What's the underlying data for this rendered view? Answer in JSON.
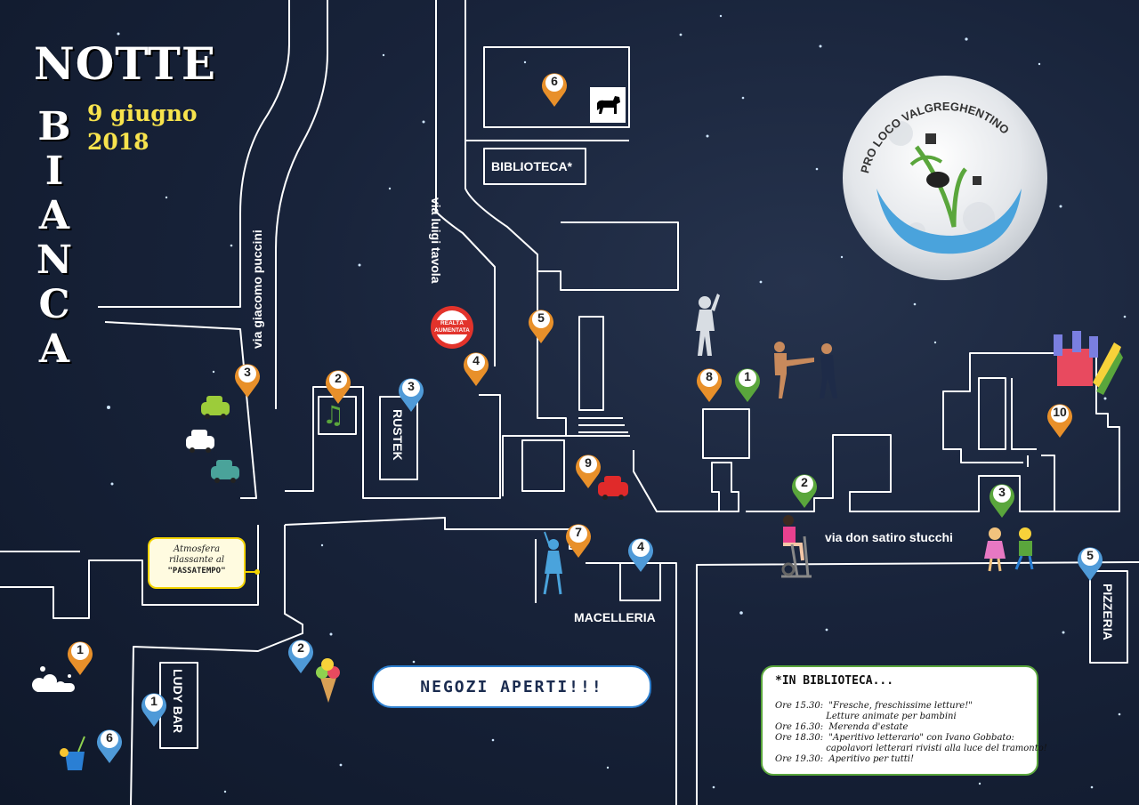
{
  "title": {
    "line1": "NOTTE",
    "letters": [
      "B",
      "I",
      "A",
      "N",
      "C",
      "A"
    ],
    "date": "9 giugno\n2018"
  },
  "streets": {
    "puccini": "via giacomo puccini",
    "tavola": "via luigi tavola",
    "stucchi": "via don satiro stucchi"
  },
  "buildings": {
    "biblioteca": "BIBLIOTECA*",
    "rustek": "RUSTEK",
    "ludy_bar": "LUDY BAR",
    "macelleria": "MACELLERIA",
    "pizzeria": "PIZZERIA"
  },
  "notes": {
    "passatempo_line1": "Atmosfera",
    "passatempo_line2": "rilassante al",
    "passatempo_line3": "\"PASSATEMPO\"",
    "negozi": "NEGOZI APERTI!!!"
  },
  "biblioteca_box": {
    "heading": "*IN BIBLIOTECA...",
    "lines": "Ore 15.30:  \"Fresche, freschissime letture!\"\n                  Letture animate per bambini\nOre 16.30:  Merenda d'estate\nOre 18.30:  \"Aperitivo letterario\" con Ivano Gobbato:\n                  capolavori letterari rivisti alla luce del tramonto!\nOre 19.30:  Aperitivo per tutti!"
  },
  "logo": {
    "name": "PRO LOCO VALGREGHENTINO",
    "badge": "REALTÀ AUMENTATA"
  },
  "colors": {
    "orange": "#e8902a",
    "blue": "#4f9ad8",
    "green": "#5aa63c",
    "background": "#18233a",
    "road": "#ffffff",
    "date": "#f7e34d"
  },
  "pins": [
    {
      "label": "6",
      "color": "orange"
    },
    {
      "label": "5",
      "color": "orange"
    },
    {
      "label": "4",
      "color": "orange"
    },
    {
      "label": "3",
      "color": "orange"
    },
    {
      "label": "2",
      "color": "orange"
    },
    {
      "label": "3",
      "color": "blue"
    },
    {
      "label": "8",
      "color": "orange"
    },
    {
      "label": "1",
      "color": "green"
    },
    {
      "label": "10",
      "color": "orange"
    },
    {
      "label": "9",
      "color": "orange"
    },
    {
      "label": "2",
      "color": "green"
    },
    {
      "label": "3",
      "color": "green"
    },
    {
      "label": "7",
      "color": "orange"
    },
    {
      "label": "4",
      "color": "blue"
    },
    {
      "label": "5",
      "color": "blue"
    },
    {
      "label": "2",
      "color": "blue"
    },
    {
      "label": "1",
      "color": "orange"
    },
    {
      "label": "1",
      "color": "blue"
    },
    {
      "label": "6",
      "color": "blue"
    }
  ],
  "icons": [
    "dog-icon",
    "music-note-icon",
    "car-icon",
    "shoe-icon",
    "ice-cream-icon",
    "cocktail-icon",
    "bubbles-icon",
    "bouncy-castle-icon",
    "dancer-icon",
    "kickboxing-icon",
    "exercise-bike-icon",
    "children-icon",
    "woman-icon"
  ]
}
